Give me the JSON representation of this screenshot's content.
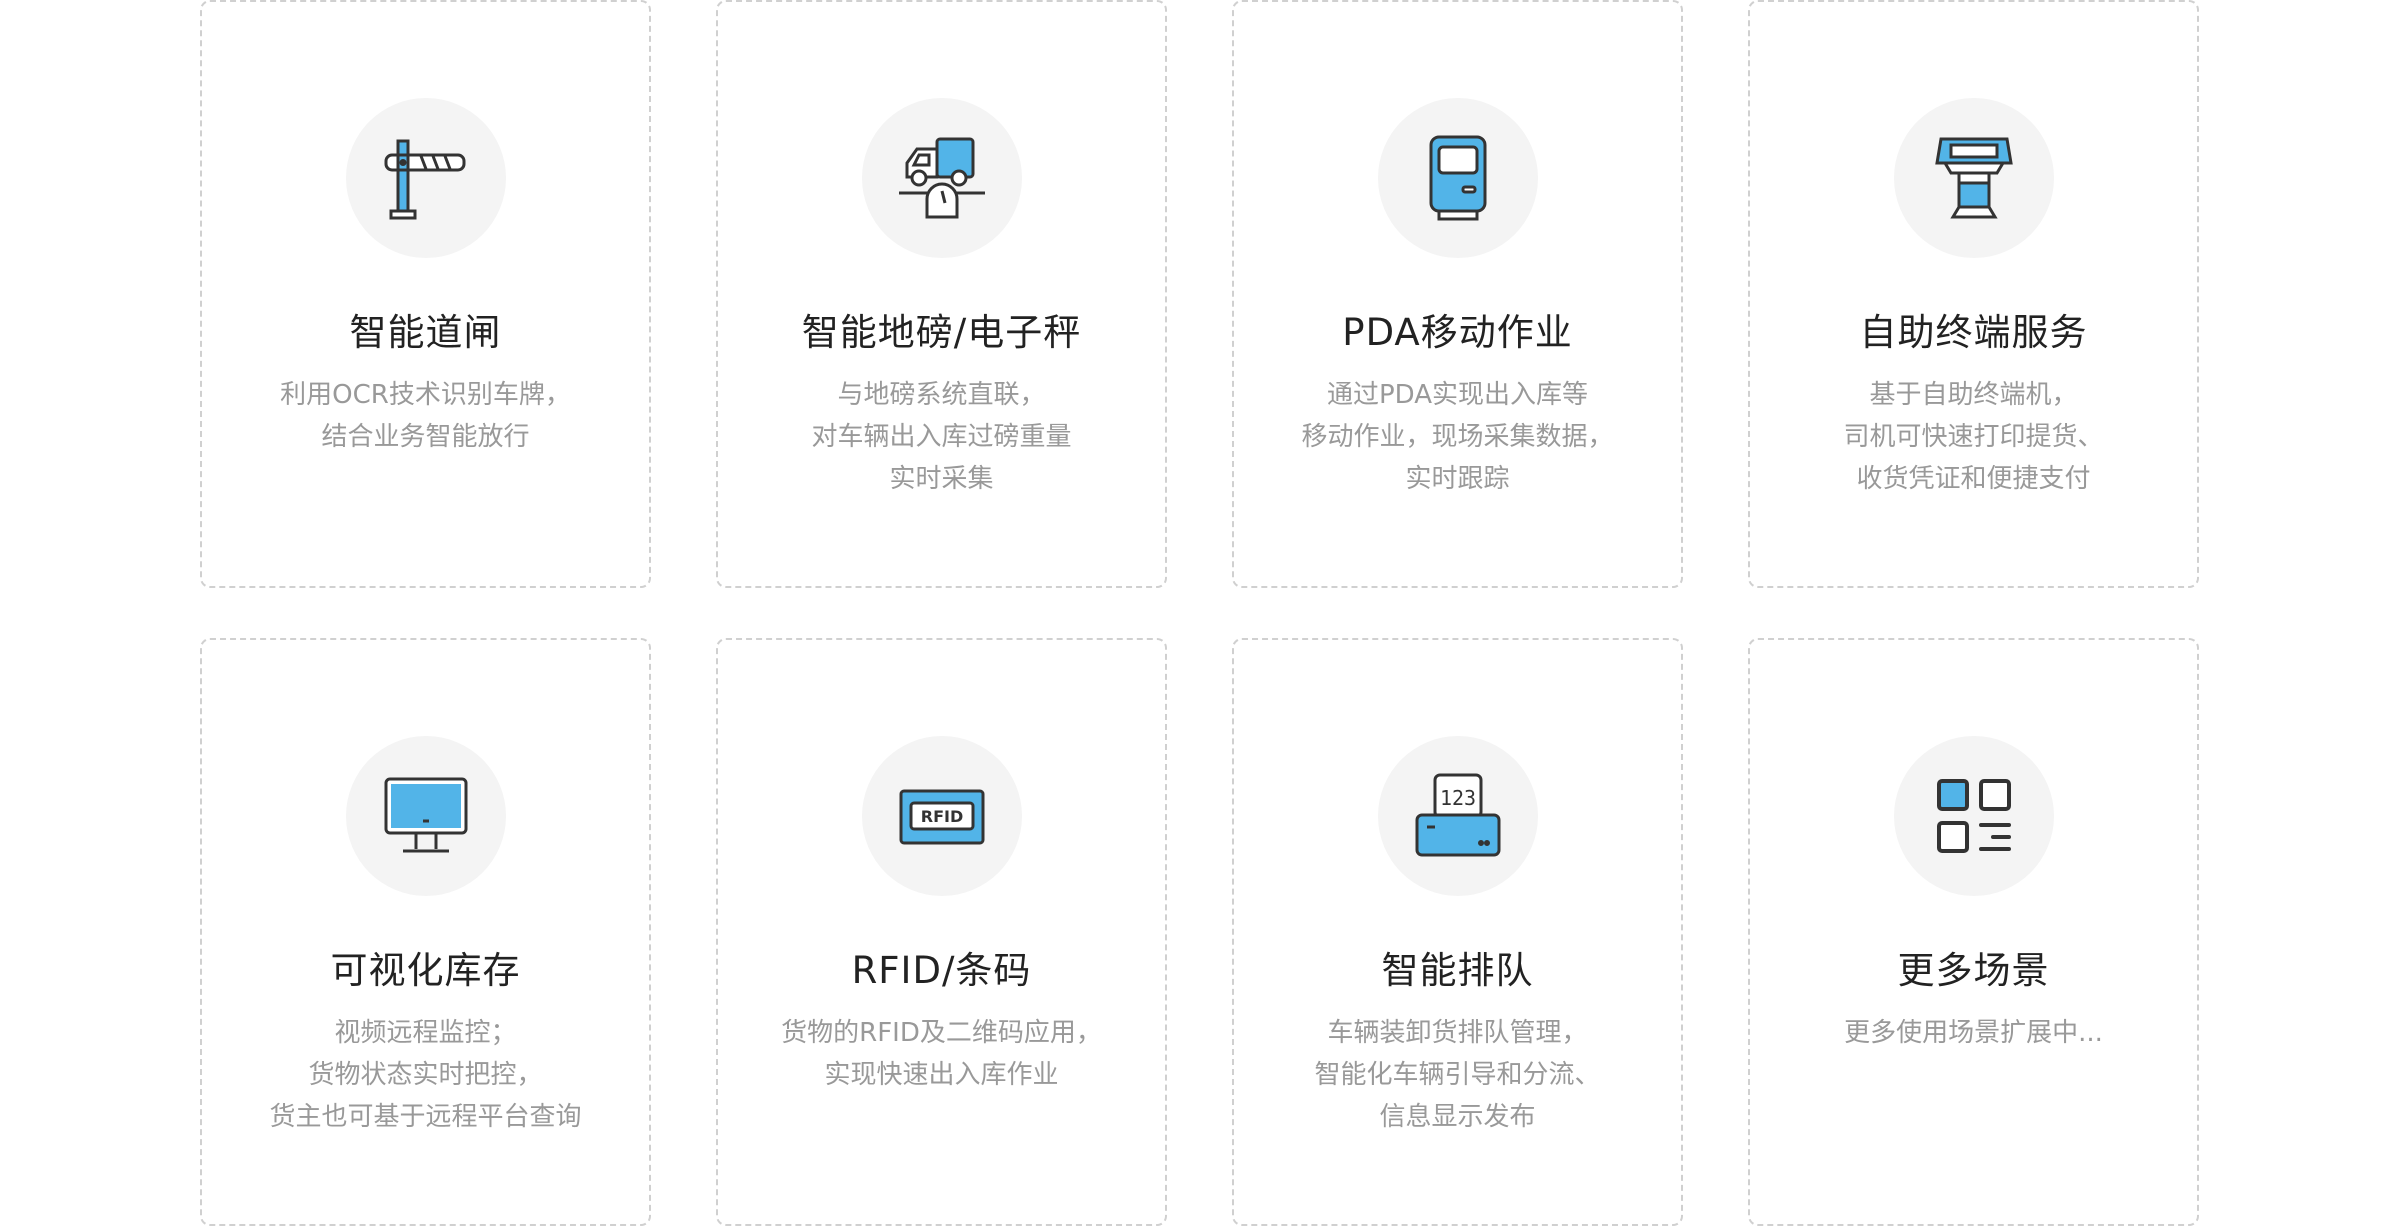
{
  "colors": {
    "accent": "#52b4e8",
    "stroke": "#333333",
    "circle_bg": "#f4f4f4",
    "border": "#d0d0d0"
  },
  "cards": [
    {
      "icon": "barrier-gate-icon",
      "title": "智能道闸",
      "desc": [
        "利用OCR技术识别车牌，",
        "结合业务智能放行"
      ]
    },
    {
      "icon": "truck-scale-icon",
      "title": "智能地磅/电子秤",
      "desc": [
        "与地磅系统直联，",
        "对车辆出入库过磅重量",
        "实时采集"
      ]
    },
    {
      "icon": "pda-icon",
      "title": "PDA移动作业",
      "desc": [
        "通过PDA实现出入库等",
        "移动作业，现场采集数据，",
        "实时跟踪"
      ]
    },
    {
      "icon": "kiosk-icon",
      "title": "自助终端服务",
      "desc": [
        "基于自助终端机，",
        "司机可快速打印提货、",
        "收货凭证和便捷支付"
      ]
    },
    {
      "icon": "monitor-icon",
      "title": "可视化库存",
      "desc": [
        "视频远程监控；",
        "货物状态实时把控，",
        "货主也可基于远程平台查询"
      ]
    },
    {
      "icon": "rfid-tag-icon",
      "title": "RFID/条码",
      "icon_text": "RFID",
      "desc": [
        "货物的RFID及二维码应用，",
        "实现快速出入库作业"
      ]
    },
    {
      "icon": "queue-display-icon",
      "title": "智能排队",
      "icon_text": "123",
      "desc": [
        "车辆装卸货排队管理，",
        "智能化车辆引导和分流、",
        "信息显示发布"
      ]
    },
    {
      "icon": "more-apps-icon",
      "title": "更多场景",
      "desc": [
        "更多使用场景扩展中..."
      ]
    }
  ]
}
